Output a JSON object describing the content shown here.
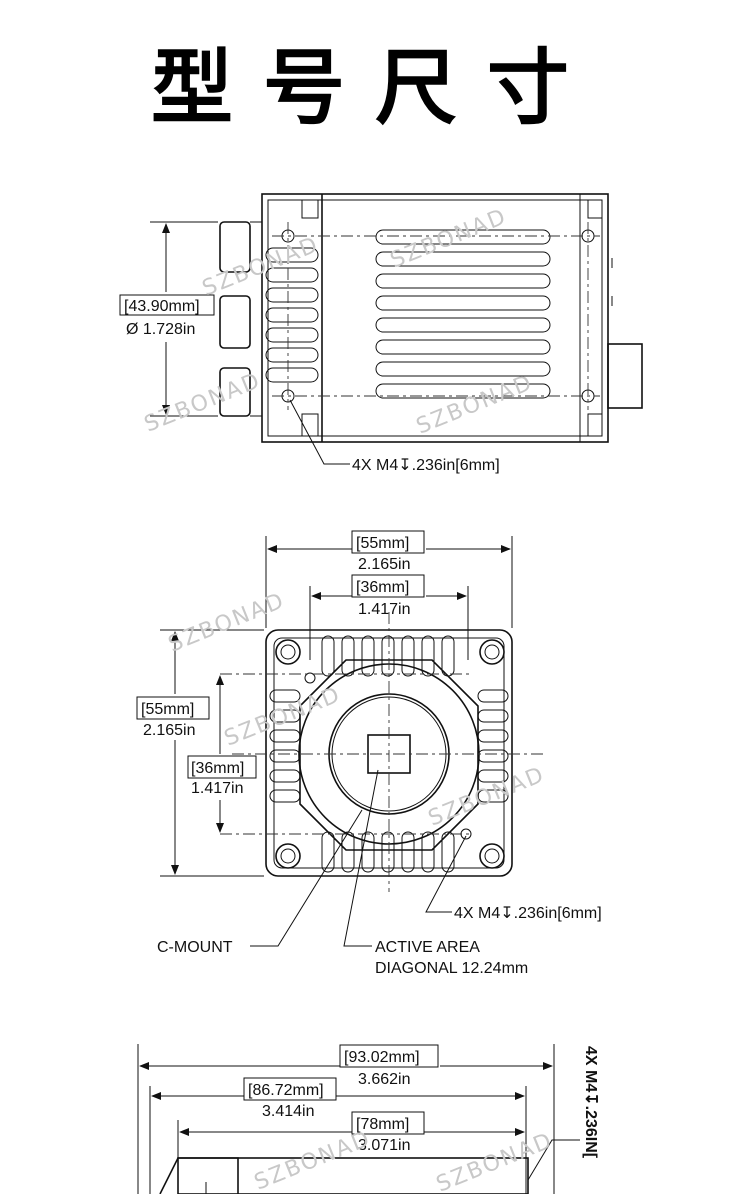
{
  "title": "型号尺寸",
  "watermark": "SZBONAD",
  "top_view": {
    "height_dim_mm": "[43.90mm]",
    "height_dim_in": "Ø 1.728in",
    "callout": "4X M4↧.236in[6mm]"
  },
  "front_view": {
    "width_outer_mm": "[55mm]",
    "width_outer_in": "2.165in",
    "width_inner_mm": "[36mm]",
    "width_inner_in": "1.417in",
    "height_outer_mm": "[55mm]",
    "height_outer_in": "2.165in",
    "height_inner_mm": "[36mm]",
    "height_inner_in": "1.417in",
    "callout_holes": "4X M4↧.236in[6mm]",
    "callout_cmount": "C-MOUNT",
    "callout_active_1": "ACTIVE AREA",
    "callout_active_2": "DIAGONAL 12.24mm"
  },
  "side_view": {
    "len1_mm": "[93.02mm]",
    "len1_in": "3.662in",
    "len2_mm": "[86.72mm]",
    "len2_in": "3.414in",
    "len3_mm": "[78mm]",
    "len3_in": "3.071in",
    "vertical_callout": "4X M4↧.236IN["
  }
}
